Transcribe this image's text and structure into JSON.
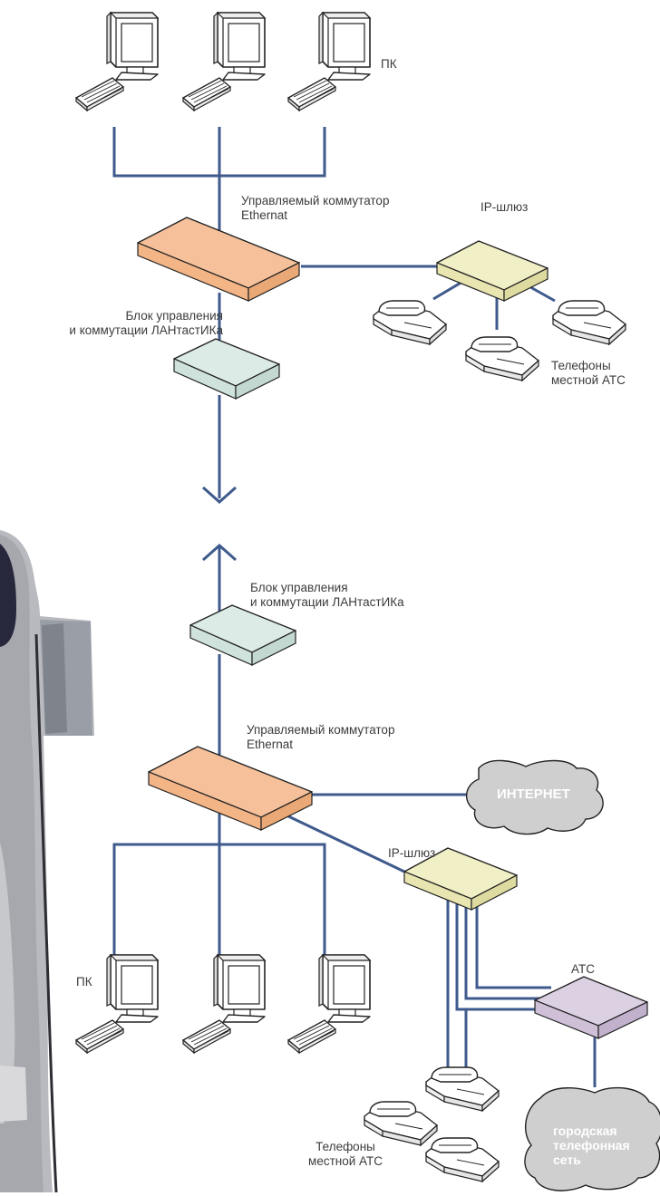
{
  "diagram": {
    "top_network": {
      "pc_label": "ПК",
      "switch_label": [
        "Управляемый коммутатор",
        "Ethernat"
      ],
      "gateway_label": "IP-шлюз",
      "control_unit_label": [
        "Блок управления",
        "и коммутации ЛАНтастИКа"
      ],
      "phones_label": [
        "Телефоны",
        "местной АТС"
      ]
    },
    "bottom_network": {
      "control_unit_label": [
        "Блок управления",
        "и коммутации ЛАНтастИКа"
      ],
      "switch_label": [
        "Управляемый коммутатор",
        "Ethernat"
      ],
      "internet_label": "ИНТЕРНЕТ",
      "gateway_label": "IP-шлюз",
      "pbx_label": "АТС",
      "pc_label": "ПК",
      "phones_label": [
        "Телефоны",
        "местной АТС"
      ],
      "city_network_label": [
        "городская",
        "телефонная",
        "сеть"
      ]
    },
    "colors": {
      "line": "#3f5a8c",
      "switch": "#f6c19a",
      "control_unit": "#dcebe6",
      "gateway": "#f1efc5",
      "pbx": "#dcd0e3",
      "cloud": "#cfcfcf",
      "photo": "#9a9ca0"
    }
  }
}
